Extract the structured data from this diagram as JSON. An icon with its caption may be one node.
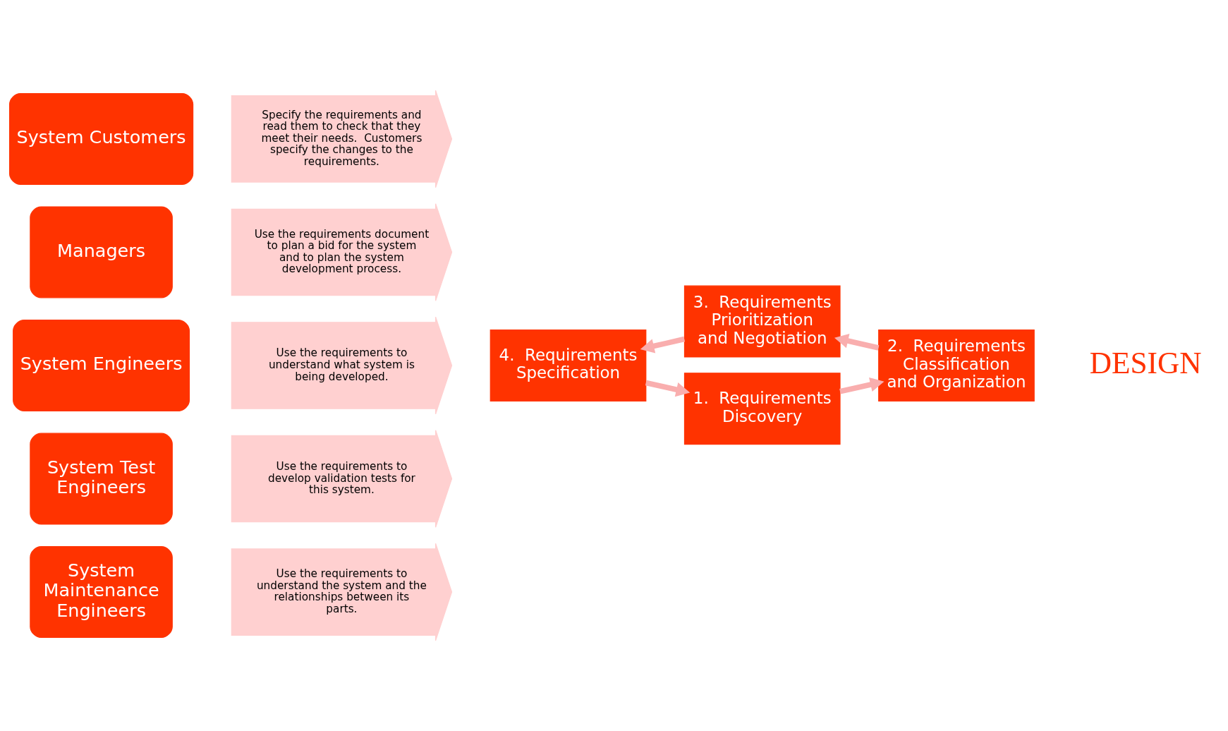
{
  "diagram": {
    "nodes": [
      {
        "text": [
          "System Customers"
        ]
      },
      {
        "text": [
          "Specify the requirements and read them to check that they meet their needs.  Customers specify the changes to the requirements."
        ]
      },
      {
        "text": [
          "Managers"
        ]
      },
      {
        "text": [
          "Use the requirements document to plan a bid for the system and to plan the system development process."
        ]
      },
      {
        "text": [
          "System Engineers"
        ]
      },
      {
        "text": [
          "Use the requirements to understand what system is being developed."
        ]
      },
      {
        "text": [
          "System Test Engineers"
        ]
      },
      {
        "text": [
          "Use the requirements to develop validation tests for this system."
        ]
      },
      {
        "text": [
          "System Maintenance Engineers"
        ]
      },
      {
        "text": [
          "Use the requirements to understand the system and the relationships between its parts."
        ]
      },
      {
        "text": [
          "1.  Requirements Discovery"
        ]
      },
      {
        "text": [
          "2.  Requirements Classification and Organization"
        ]
      },
      {
        "text": [
          "3.  Requirements Prioritization and Negotiation"
        ]
      },
      {
        "text": [
          "4.  Requirements Specification"
        ]
      }
    ],
    "edges": [
      {
        "from": 10,
        "to": 11,
        "arrow": "to"
      },
      {
        "from": 11,
        "to": 12,
        "arrow": "to"
      },
      {
        "from": 12,
        "to": 13,
        "arrow": "to"
      },
      {
        "from": 13,
        "to": 10,
        "arrow": "to"
      }
    ],
    "labels": [
      "DESIGN"
    ]
  }
}
